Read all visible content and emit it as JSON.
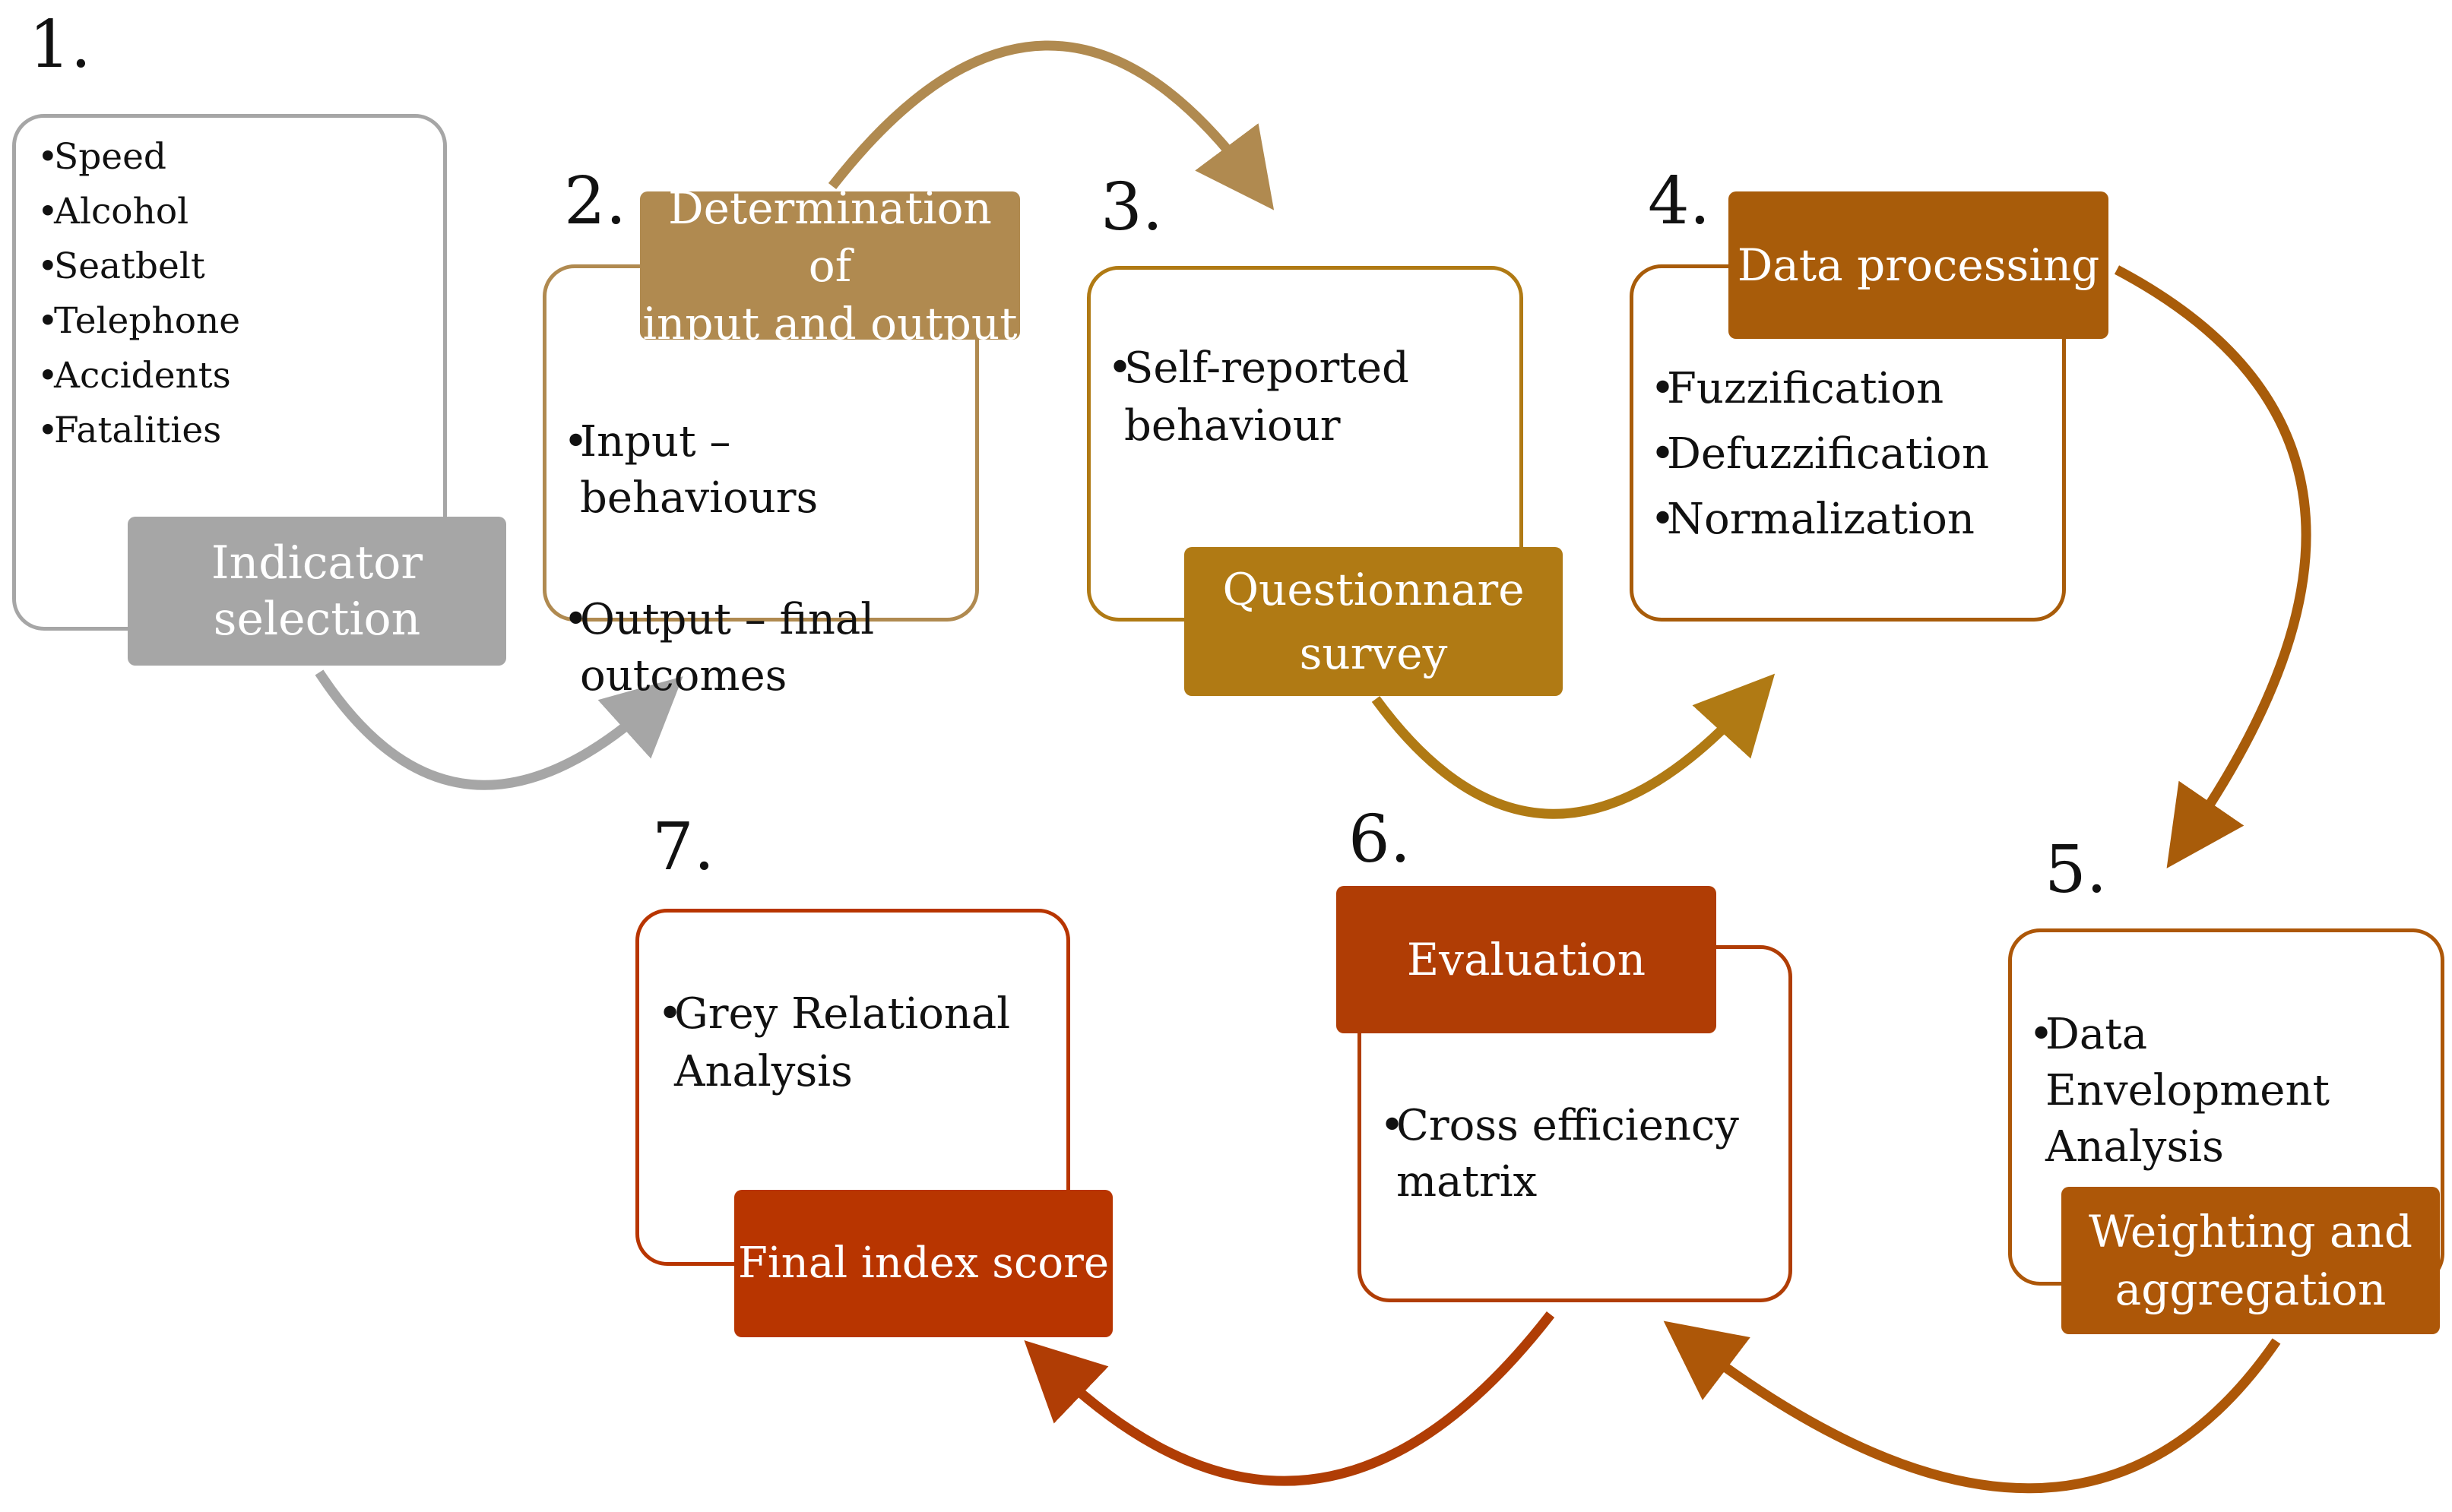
{
  "steps": [
    {
      "number": "1.",
      "label": "Indicator\nselection",
      "items": [
        "Speed",
        "Alcohol",
        "Seatbelt",
        "Telephone",
        "Accidents",
        "Fatalities"
      ]
    },
    {
      "number": "2.",
      "label": "Determination of\ninput and output",
      "items": [
        "Input –\nbehaviours",
        "Output – final\noutcomes"
      ]
    },
    {
      "number": "3.",
      "label": "Questionnare\nsurvey",
      "items": [
        "Self-reported\nbehaviour"
      ]
    },
    {
      "number": "4.",
      "label": "Data processing",
      "items": [
        "Fuzzification",
        "Defuzzification",
        "Normalization"
      ]
    },
    {
      "number": "5.",
      "label": "Weighting and\naggregation",
      "items": [
        "Data\nEnvelopment\nAnalysis"
      ]
    },
    {
      "number": "6.",
      "label": "Evaluation",
      "items": [
        "Cross efficiency\nmatrix"
      ]
    },
    {
      "number": "7.",
      "label": "Final index score",
      "items": [
        "Grey Relational\nAnalysis"
      ]
    }
  ],
  "colors": {
    "step1": "#a6a6a6",
    "step2": "#b08a50",
    "step3": "#b07a14",
    "step4": "#a85c0a",
    "step5": "#ad5708",
    "step6": "#b03d05",
    "step7": "#b83500"
  }
}
